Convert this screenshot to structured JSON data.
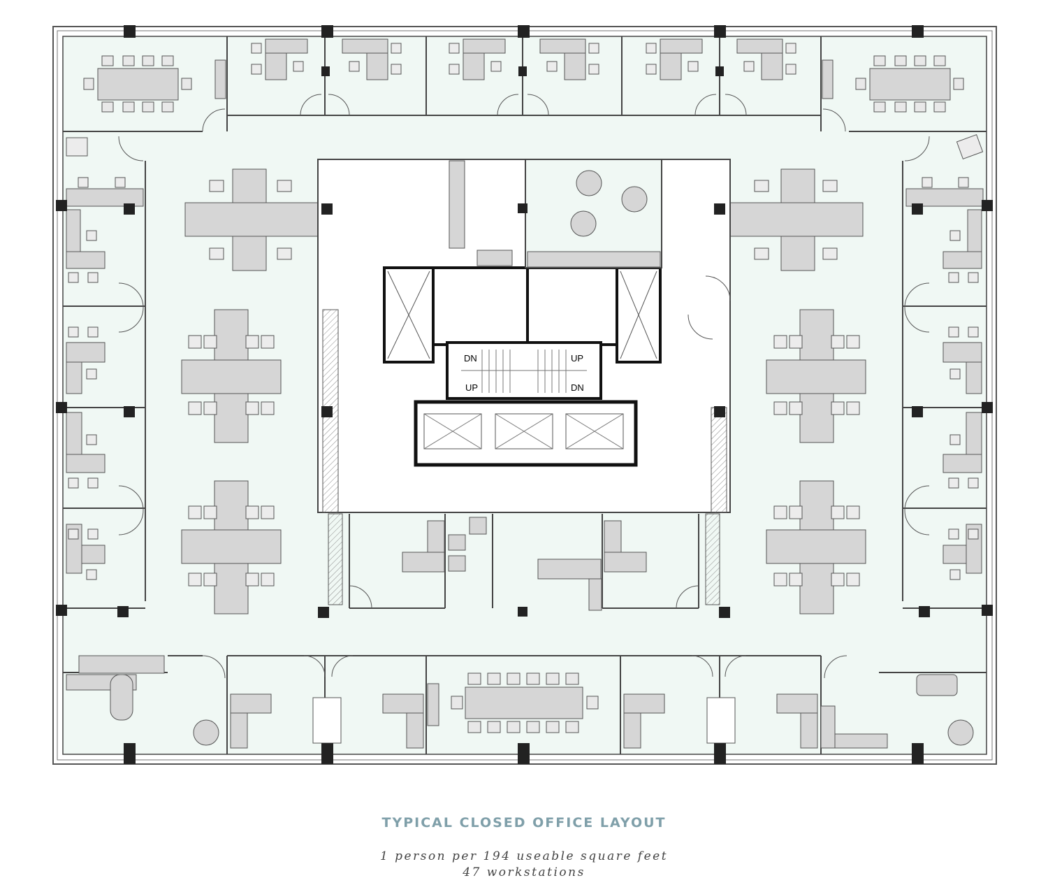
{
  "caption": {
    "title": "TYPICAL CLOSED OFFICE LAYOUT",
    "line1": "1 person per 194 useable square feet",
    "line2": "47 workstations"
  },
  "stair_labels": {
    "dn_upper": "DN",
    "up_upper": "UP",
    "up_lower": "UP",
    "dn_lower": "DN"
  },
  "colors": {
    "floor_tint": "#f0f8f4",
    "wall": "#333333",
    "furniture": "#d6d6d6",
    "furniture_stroke": "#555555",
    "core": "#ffffff",
    "caption_title": "#7f9fa9"
  }
}
